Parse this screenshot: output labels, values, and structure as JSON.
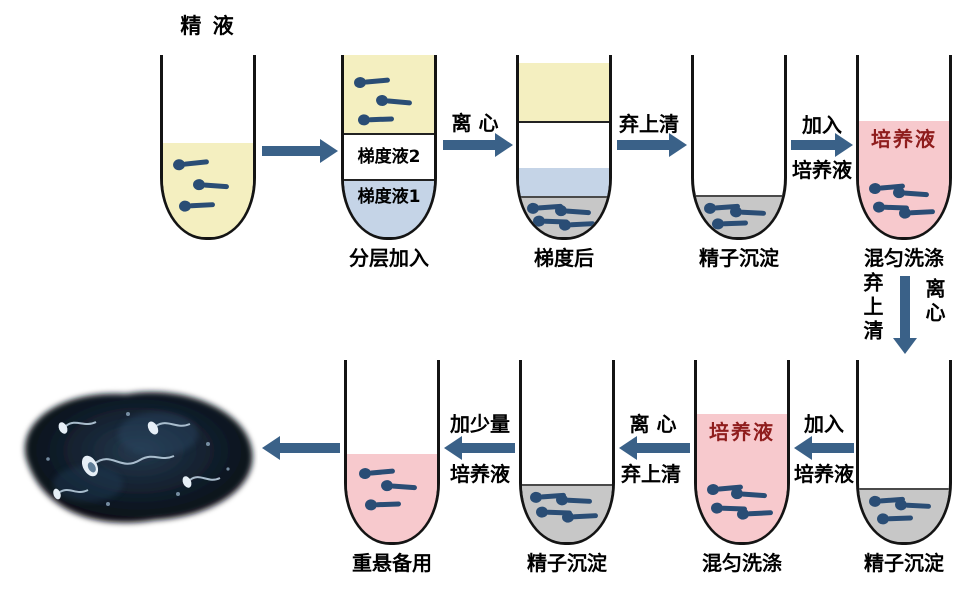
{
  "source_label": "精 液",
  "tubes": {
    "gradient2_label": "梯度液2",
    "gradient1_label": "梯度液1",
    "culture_label_top": "培养液",
    "culture_label_bottom": "培养液"
  },
  "captions": {
    "layered_add": "分层加入",
    "after_gradient": "梯度后",
    "pellet_1": "精子沉淀",
    "mix_wash_1": "混匀洗涤",
    "pellet_2": "精子沉淀",
    "mix_wash_2": "混匀洗涤",
    "pellet_3": "精子沉淀",
    "resuspend": "重悬备用"
  },
  "arrow_labels": {
    "centrifuge_1": "离 心",
    "discard_1": "弃上清",
    "add_1_top": "加入",
    "add_1_bottom": "培养液",
    "down_left": "弃上清",
    "down_right": "离心",
    "add_2_top": "加入",
    "add_2_bottom": "培养液",
    "centrifuge_2": "离 心",
    "discard_2": "弃上清",
    "add_small_top": "加少量",
    "add_small_bottom": "培养液"
  },
  "colors": {
    "semen_yellow": "#f4efc0",
    "gradient_blue": "#c5d4e7",
    "pellet_gray": "#c7c7c7",
    "culture_pink": "#f7c9cd",
    "sperm_blue": "#2a4d75",
    "arrow_blue": "#3a6188",
    "culture_text_red": "#8f1d1d",
    "tube_outline": "#141414"
  }
}
